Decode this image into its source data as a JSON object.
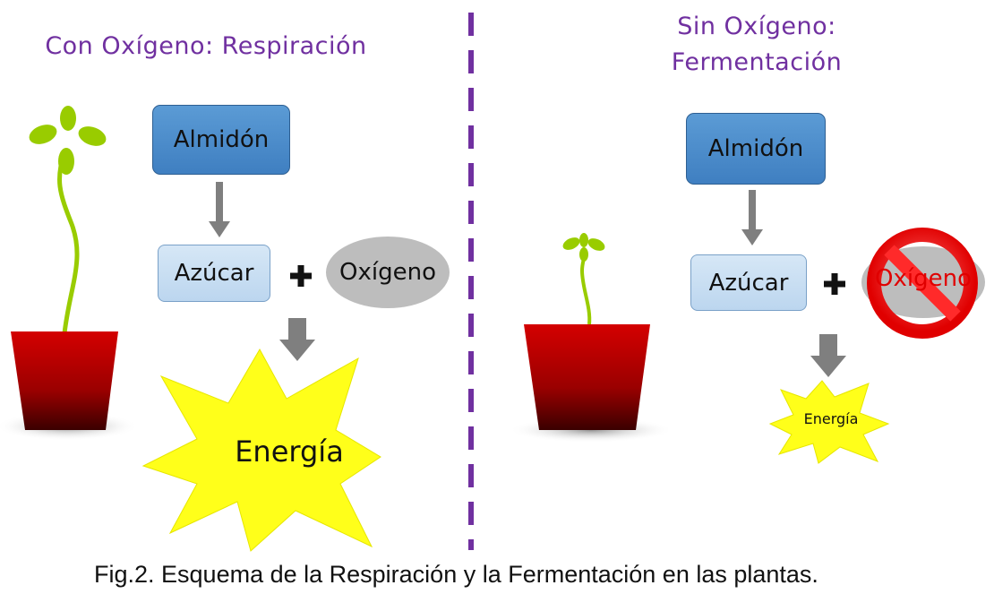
{
  "left": {
    "title": "Con Oxígeno: Respiración",
    "starch": "Almidón",
    "sugar": "Azúcar",
    "oxygen": "Oxígeno",
    "energy": "Energía"
  },
  "right": {
    "title_line1": "Sin Oxígeno:",
    "title_line2": "Fermentación",
    "starch": "Almidón",
    "sugar": "Azúcar",
    "oxygen": "Oxígeno",
    "energy": "Energía"
  },
  "caption": "Fig.2. Esquema de la Respiración y la Fermentación en las plantas.",
  "colors": {
    "title": "#7030a0",
    "divider": "#7030a0",
    "box_dark": "#5b9bd5",
    "box_light": "#c5dcf2",
    "oxygen_ellipse": "#bdbdbd",
    "energy_burst": "#ffff1a",
    "pot": "#c00000",
    "leaf": "#99cc00",
    "no_sign": "#ff2020"
  },
  "icons": [
    "plant-pot-icon",
    "down-arrow-icon",
    "plus-icon",
    "energy-burst-icon",
    "no-sign-icon"
  ]
}
